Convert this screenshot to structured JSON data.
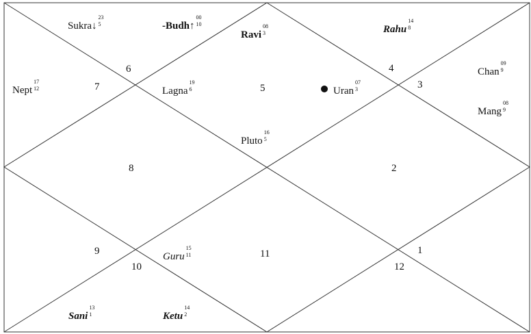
{
  "houses": [
    {
      "n": "1"
    },
    {
      "n": "2"
    },
    {
      "n": "3"
    },
    {
      "n": "4"
    },
    {
      "n": "5"
    },
    {
      "n": "6"
    },
    {
      "n": "7"
    },
    {
      "n": "8"
    },
    {
      "n": "9"
    },
    {
      "n": "10"
    },
    {
      "n": "11"
    },
    {
      "n": "12"
    }
  ],
  "planets": {
    "sukra": {
      "name": "Sukra",
      "glyph": "↓",
      "deg": "23",
      "sub": "5"
    },
    "budh": {
      "name": "-Budh",
      "glyph": "↑",
      "deg": "00",
      "sub": "10"
    },
    "ravi": {
      "name": "Ravi",
      "deg": "08",
      "sub": "3"
    },
    "rahu": {
      "name": "Rahu",
      "deg": "14",
      "sub": "8"
    },
    "nept": {
      "name": "Nept",
      "deg": "17",
      "sub": "12"
    },
    "lagna": {
      "name": "Lagna",
      "deg": "19",
      "sub": "6"
    },
    "uran": {
      "name": "Uran",
      "deg": "07",
      "sub": "3"
    },
    "chan": {
      "name": "Chan",
      "deg": "09",
      "sub": "9"
    },
    "mang": {
      "name": "Mang",
      "deg": "08",
      "sub": "9"
    },
    "pluto": {
      "name": "Pluto",
      "deg": "16",
      "sub": "5"
    },
    "guru": {
      "name": "Guru",
      "deg": "15",
      "sub": "11"
    },
    "sani": {
      "name": "Sani",
      "deg": "13",
      "sub": "1"
    },
    "ketu": {
      "name": "Ketu",
      "deg": "14",
      "sub": "2"
    }
  }
}
